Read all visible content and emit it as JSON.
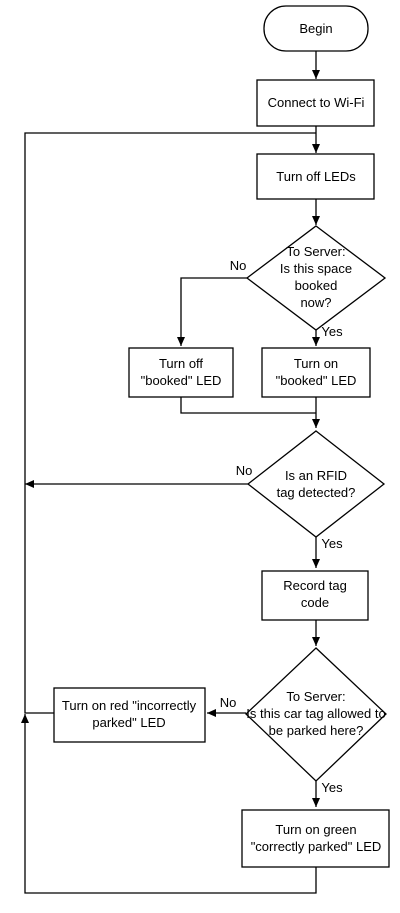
{
  "flowchart": {
    "start": "Begin",
    "connect_wifi": "Connect to Wi-Fi",
    "turn_off_leds": "Turn off LEDs",
    "booked_question": [
      "To Server:",
      "Is this space",
      "booked",
      "now?"
    ],
    "turn_off_booked": [
      "Turn off",
      "\"booked\" LED"
    ],
    "turn_on_booked": [
      "Turn on",
      "\"booked\" LED"
    ],
    "rfid_question": [
      "Is an RFID",
      "tag detected?"
    ],
    "record_tag": [
      "Record tag",
      "code"
    ],
    "allowed_question": [
      "To Server:",
      "Is this car tag allowed to",
      "be parked here?"
    ],
    "turn_on_red": [
      "Turn on red \"incorrectly",
      "parked\" LED"
    ],
    "turn_on_green": [
      "Turn on green",
      "\"correctly parked\" LED"
    ],
    "labels": {
      "no_booked": "No",
      "yes_booked": "Yes",
      "no_rfid": "No",
      "yes_rfid": "Yes",
      "no_allowed": "No",
      "yes_allowed": "Yes"
    }
  }
}
